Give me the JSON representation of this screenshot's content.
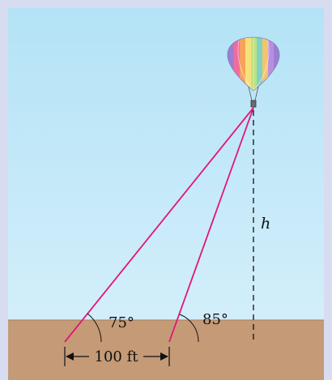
{
  "diagram": {
    "angle_left": "75°",
    "angle_right": "85°",
    "height_label": "h",
    "distance_label": "100 ft"
  },
  "colors": {
    "frame": "#d8dcf0",
    "sky_top": "#b3e3f6",
    "sky_bottom": "#d3eefb",
    "ground": "#c49a77",
    "sight_line": "#e0167c",
    "dashed_line": "#111111"
  }
}
